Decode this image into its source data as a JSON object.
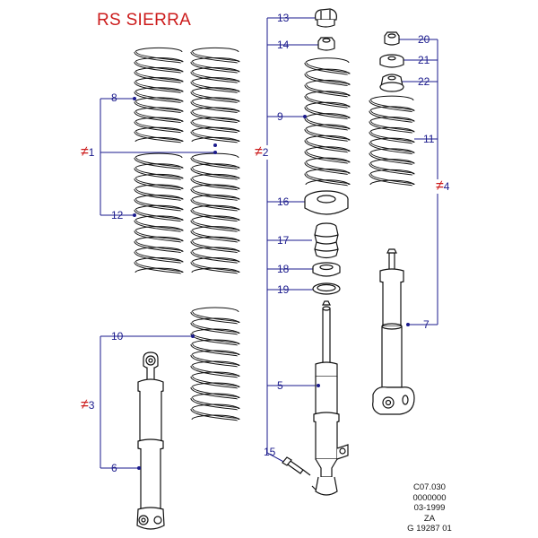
{
  "title": "RS SIERRA",
  "colors": {
    "title": "#cc1b1b",
    "callout": "#1a1a8c",
    "line": "#1a1a8c",
    "part": "#111111"
  },
  "groups": [
    {
      "id": "g1",
      "mark": "≠",
      "number": "1"
    },
    {
      "id": "g2",
      "mark": "≠",
      "number": "2"
    },
    {
      "id": "g3",
      "mark": "≠",
      "number": "3"
    },
    {
      "id": "g4",
      "mark": "≠",
      "number": "4"
    }
  ],
  "callouts": {
    "c5": "5",
    "c6": "6",
    "c7": "7",
    "c8": "8",
    "c9": "9",
    "c10": "10",
    "c11": "11",
    "c12": "12",
    "c13": "13",
    "c14": "14",
    "c15": "15",
    "c16": "16",
    "c17": "17",
    "c18": "18",
    "c19": "19",
    "c20": "20",
    "c21": "21",
    "c22": "22"
  },
  "info_block": [
    "C07.030",
    "0000000",
    "03-1999",
    "ZA",
    "G 19287 01"
  ]
}
